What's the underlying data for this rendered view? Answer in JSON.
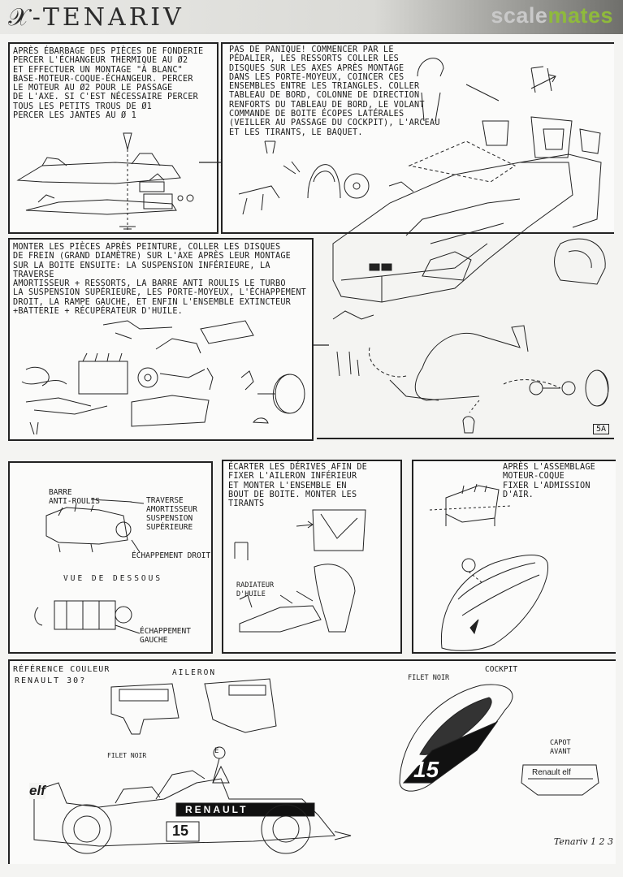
{
  "header": {
    "brand": "𝒳-TENARIV",
    "watermark_part1": "scale",
    "watermark_part2": "mates"
  },
  "panel1": {
    "text": "APRÈS ÉBARBAGE DES PIÈCES DE FONDERIE\nPERCER L'ÉCHANGEUR THERMIQUE AU Ø2\nET EFFECTUER UN MONTAGE \"À BLANC\"\nBASE-MOTEUR-COQUE-ÉCHANGEUR. PERCER\nLE MOTEUR AU Ø2 POUR LE PASSAGE\nDE L'AXE. SI C'EST NÉCESSAIRE PERCER\nTOUS LES PETITS TROUS DE Ø1\nPERCER LES JANTES AU Ø 1"
  },
  "panel2": {
    "text": "PAS DE PANIQUE! COMMENCER PAR LE\nPÉDALIER, LES RESSORTS COLLER LES\nDISQUES SUR LES AXES APRÈS MONTAGE\nDANS LES PORTE-MOYEUX, COINCER CES\nENSEMBLES ENTRE LES TRIANGLES. COLLER\nTABLEAU DE BORD, COLONNE DE DIRECTION\nRENFORTS DU TABLEAU DE BORD, LE VOLANT\nCOMMANDE DE BOITE ÉCOPES LATÉRALES\n(VEILLER AU PASSAGE DU COCKPIT), L'ARCEAU\nET LES TIRANTS, LE BAQUET."
  },
  "panel3": {
    "text": "MONTER LES PIÈCES APRÈS PEINTURE, COLLER LES DISQUES\nDE FREIN (GRAND DIAMÈTRE) SUR L'AXE APRÈS LEUR MONTAGE\nSUR LA BOITE ENSUITE: LA SUSPENSION INFÉRIEURE, LA TRAVERSE\nAMORTISSEUR + RESSORTS, LA BARRE ANTI ROULIS LE TURBO\nLA SUSPENSION SUPÉRIEURE, LES PORTE-MOYEUX, L'ÉCHAPPEMENT\nDROIT, LA RAMPE GAUCHE, ET ENFIN L'ENSEMBLE EXTINCTEUR\n+BATTERIE + RÉCUPÉRATEUR D'HUILE."
  },
  "page_number": "5A",
  "panel4": {
    "label_barre": "BARRE\nANTI-ROULIS",
    "label_traverse": "TRAVERSE\nAMORTISSEUR",
    "label_suspension": "SUSPENSION\nSUPÉRIEURE",
    "label_echap_droit": "ÉCHAPPEMENT DROIT",
    "label_vue": "VUE DE DESSOUS",
    "label_echap_gauche": "ÉCHAPPEMENT\nGAUCHE"
  },
  "panel5": {
    "text": "ÉCARTER LES DÉRIVES AFIN DE\nFIXER L'AILERON INFÉRIEUR\nET MONTER L'ENSEMBLE EN\nBOUT DE BOITE. MONTER LES\nTIRANTS",
    "label_radiateur": "RADIATEUR\nD'HUILE"
  },
  "panel6": {
    "text": "APRÈS L'ASSEMBLAGE\nMOTEUR-COQUE\nFIXER L'ADMISSION\nD'AIR."
  },
  "panel7": {
    "ref_title": "RÉFÉRENCE COULEUR",
    "ref_value": "RENAULT 30?",
    "label_aileron": "AILERON",
    "label_cockpit": "COCKPIT",
    "label_filet_noir_1": "FILET NOIR",
    "label_filet_noir_2": "FILET NOIR",
    "label_capot": "CAPOT\nAVANT",
    "car_sponsor": "elf",
    "car_brand": "RENAULT",
    "car_number": "15",
    "cockpit_number": "15",
    "capot_text": "Renault elf",
    "marker_e": "E"
  },
  "footer": {
    "signature": "Tenariv 1 2 3"
  }
}
